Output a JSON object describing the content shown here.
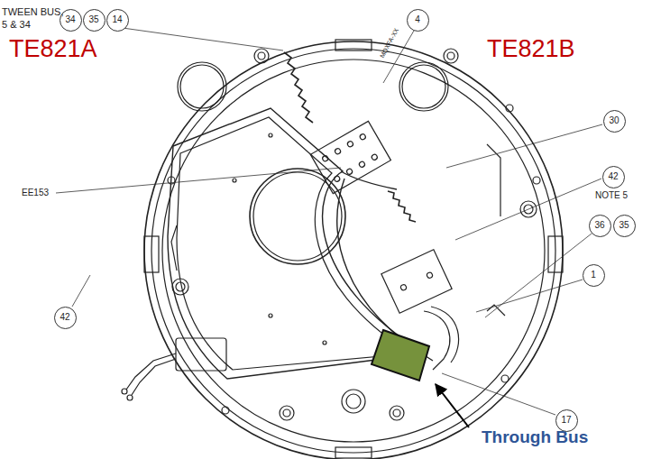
{
  "diagram": {
    "nodes": [
      {
        "text": [
          "34"
        ]
      },
      {
        "text": [
          "35"
        ]
      },
      {
        "text": [
          "14"
        ]
      },
      {
        "text": [
          "4"
        ]
      },
      {
        "text": [
          "30"
        ]
      },
      {
        "text": [
          "42"
        ]
      },
      {
        "text": [
          "36"
        ]
      },
      {
        "text": [
          "35"
        ]
      },
      {
        "text": [
          "1"
        ]
      },
      {
        "text": [
          "42"
        ]
      },
      {
        "text": [
          "17"
        ]
      }
    ],
    "labels": [
      "TWEEN BUS,",
      "5 & 34",
      "TE821A",
      "TE821B",
      "EE153",
      "NOTE 5",
      "MQXFA-XX",
      "Through Bus"
    ]
  }
}
